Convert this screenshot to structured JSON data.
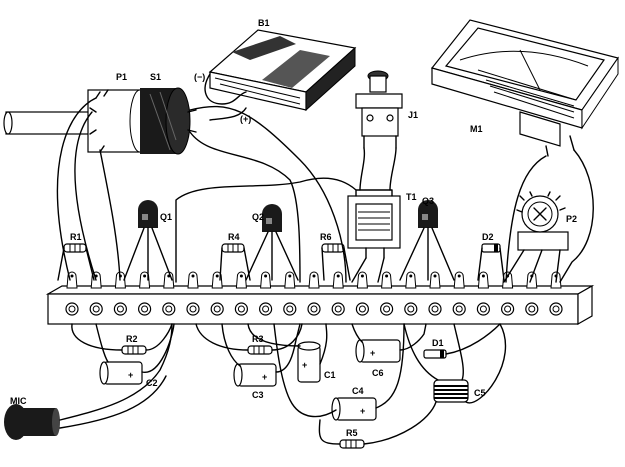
{
  "labels": {
    "b1": "B1",
    "p1": "P1",
    "s1": "S1",
    "j1": "J1",
    "m1": "M1",
    "t1": "T1",
    "p2": "P2",
    "q1": "Q1",
    "q2": "Q2",
    "q3": "Q3",
    "r1": "R1",
    "r2": "R2",
    "r3": "R3",
    "r4": "R4",
    "r5": "R5",
    "r6": "R6",
    "d1": "D1",
    "d2": "D2",
    "c1": "C1",
    "c2": "C2",
    "c3": "C3",
    "c4": "C4",
    "c5": "C5",
    "c6": "C6",
    "mic": "MIC",
    "batt_neg": "(−)",
    "batt_pos": "(+)"
  },
  "terminal_strip": {
    "terminal_count": 21
  }
}
